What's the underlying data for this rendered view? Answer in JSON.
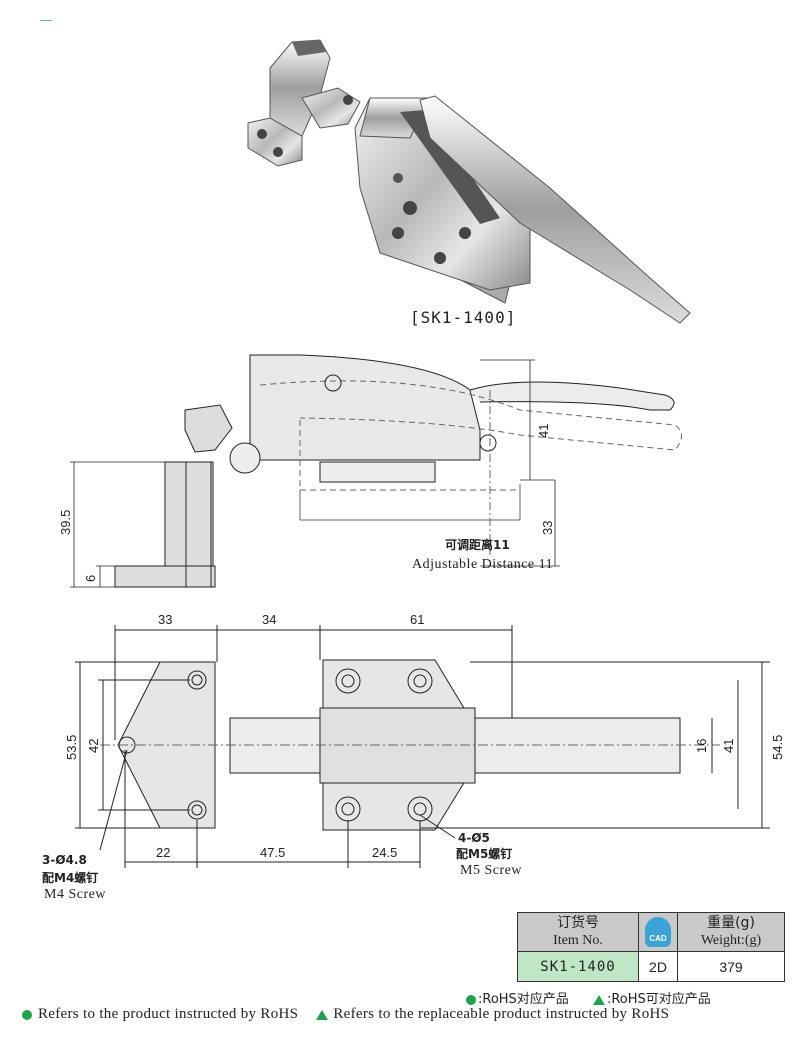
{
  "product": {
    "model_caption": "[SK1-1400]"
  },
  "side_view": {
    "dims": {
      "d41": "41",
      "d39_5": "39.5",
      "d33": "33",
      "d6": "6"
    },
    "adjustable_cn": "可调距离11",
    "adjustable_en": "Adjustable Distance  11"
  },
  "top_view": {
    "dims": {
      "top33": "33",
      "top34": "34",
      "top61": "61",
      "left53_5": "53.5",
      "left42": "42",
      "right16": "16",
      "right41": "41",
      "right54_5": "54.5",
      "bot22": "22",
      "bot47_5": "47.5",
      "bot24_5": "24.5"
    },
    "hole_a_spec": "3-Ø4.8",
    "hole_a_cn": "配M4螺钉",
    "hole_a_en": "M4 Screw",
    "hole_b_spec": "4-Ø5",
    "hole_b_cn": "配M5螺钉",
    "hole_b_en": "M5 Screw"
  },
  "table": {
    "col1_cn": "订货号",
    "col1_en": "Item No.",
    "cad_label": "CAD",
    "col3_cn": "重量(g)",
    "col3_en": "Weight:(g)",
    "item_no": "SK1-1400",
    "cad_type": "2D",
    "weight": "379"
  },
  "legend": {
    "rohs_cn": ":RoHS对应产品",
    "rohs_replace_cn": ":RoHS可对应产品",
    "rohs_en": "Refers to the product instructed by RoHS",
    "rohs_replace_en": "Refers to the replaceable product instructed by RoHS"
  },
  "colors": {
    "accent_green": "#1ea34a",
    "table_row_green": "#bfe7c6",
    "cad_blue": "#3aa4d8"
  }
}
